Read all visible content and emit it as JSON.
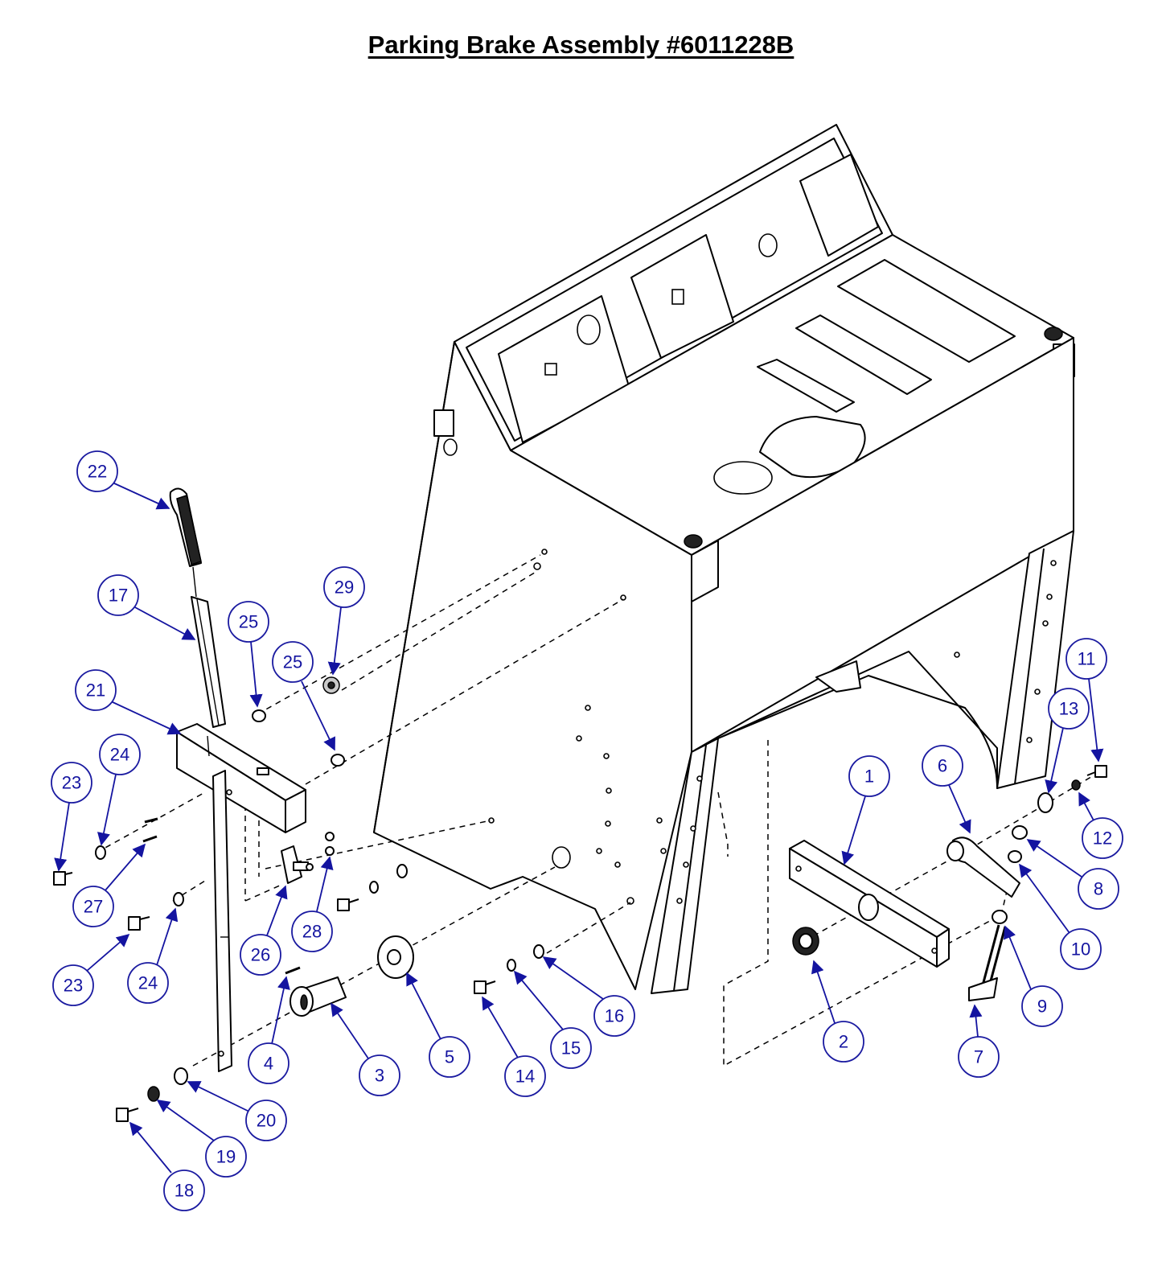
{
  "title": "Parking Brake Assembly #6011228B",
  "colors": {
    "callout": "#1414a0",
    "line": "#000000",
    "background": "#ffffff"
  },
  "callouts": [
    {
      "id": "c22",
      "label": "22"
    },
    {
      "id": "c17",
      "label": "17"
    },
    {
      "id": "c25a",
      "label": "25"
    },
    {
      "id": "c29",
      "label": "29"
    },
    {
      "id": "c25b",
      "label": "25"
    },
    {
      "id": "c21",
      "label": "21"
    },
    {
      "id": "c24a",
      "label": "24"
    },
    {
      "id": "c23a",
      "label": "23"
    },
    {
      "id": "c27",
      "label": "27"
    },
    {
      "id": "c23b",
      "label": "23"
    },
    {
      "id": "c24b",
      "label": "24"
    },
    {
      "id": "c26",
      "label": "26"
    },
    {
      "id": "c28",
      "label": "28"
    },
    {
      "id": "c4",
      "label": "4"
    },
    {
      "id": "c3",
      "label": "3"
    },
    {
      "id": "c5",
      "label": "5"
    },
    {
      "id": "c14",
      "label": "14"
    },
    {
      "id": "c15",
      "label": "15"
    },
    {
      "id": "c16",
      "label": "16"
    },
    {
      "id": "c20",
      "label": "20"
    },
    {
      "id": "c19",
      "label": "19"
    },
    {
      "id": "c18",
      "label": "18"
    },
    {
      "id": "c1",
      "label": "1"
    },
    {
      "id": "c2",
      "label": "2"
    },
    {
      "id": "c6",
      "label": "6"
    },
    {
      "id": "c7",
      "label": "7"
    },
    {
      "id": "c8",
      "label": "8"
    },
    {
      "id": "c9",
      "label": "9"
    },
    {
      "id": "c10",
      "label": "10"
    },
    {
      "id": "c11",
      "label": "11"
    },
    {
      "id": "c12",
      "label": "12"
    },
    {
      "id": "c13",
      "label": "13"
    }
  ]
}
